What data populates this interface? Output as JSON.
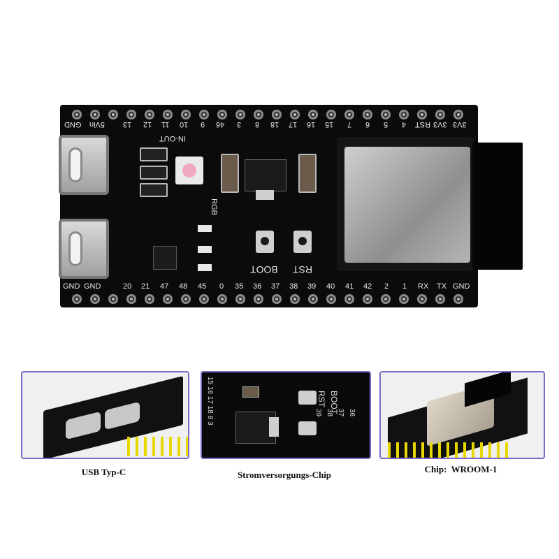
{
  "board": {
    "top_pins": [
      "GND",
      "5Vin",
      "13",
      "12",
      "11",
      "10",
      "9",
      "46",
      "3",
      "8",
      "18",
      "17",
      "16",
      "15",
      "7",
      "6",
      "5",
      "4",
      "RST",
      "3V3",
      "3V3"
    ],
    "bottom_pins": [
      "GND",
      "GND",
      "20",
      "21",
      "47",
      "48",
      "45",
      "0",
      "35",
      "36",
      "37",
      "38",
      "39",
      "40",
      "41",
      "42",
      "2",
      "1",
      "RX",
      "TX",
      "GND"
    ],
    "labels": {
      "in_out": "IN-OUT",
      "rgb": "RGB",
      "boot": "BOOT",
      "rst": "RST"
    }
  },
  "detail": {
    "inset_pins": [
      "15",
      "16",
      "17",
      "18",
      "8",
      "3"
    ],
    "inset_pins_right": [
      "36",
      "37",
      "38",
      "39"
    ],
    "rst": "RST",
    "boot": "BOOT"
  },
  "captions": {
    "usb": "USB Typ-C",
    "power": "Stromversorgungs-Chip",
    "chip": "Chip:  WROOM-1"
  },
  "colors": {
    "pcb": "#0b0b0b",
    "frame": "#7b68c8",
    "shield": "#b5b5b5"
  }
}
